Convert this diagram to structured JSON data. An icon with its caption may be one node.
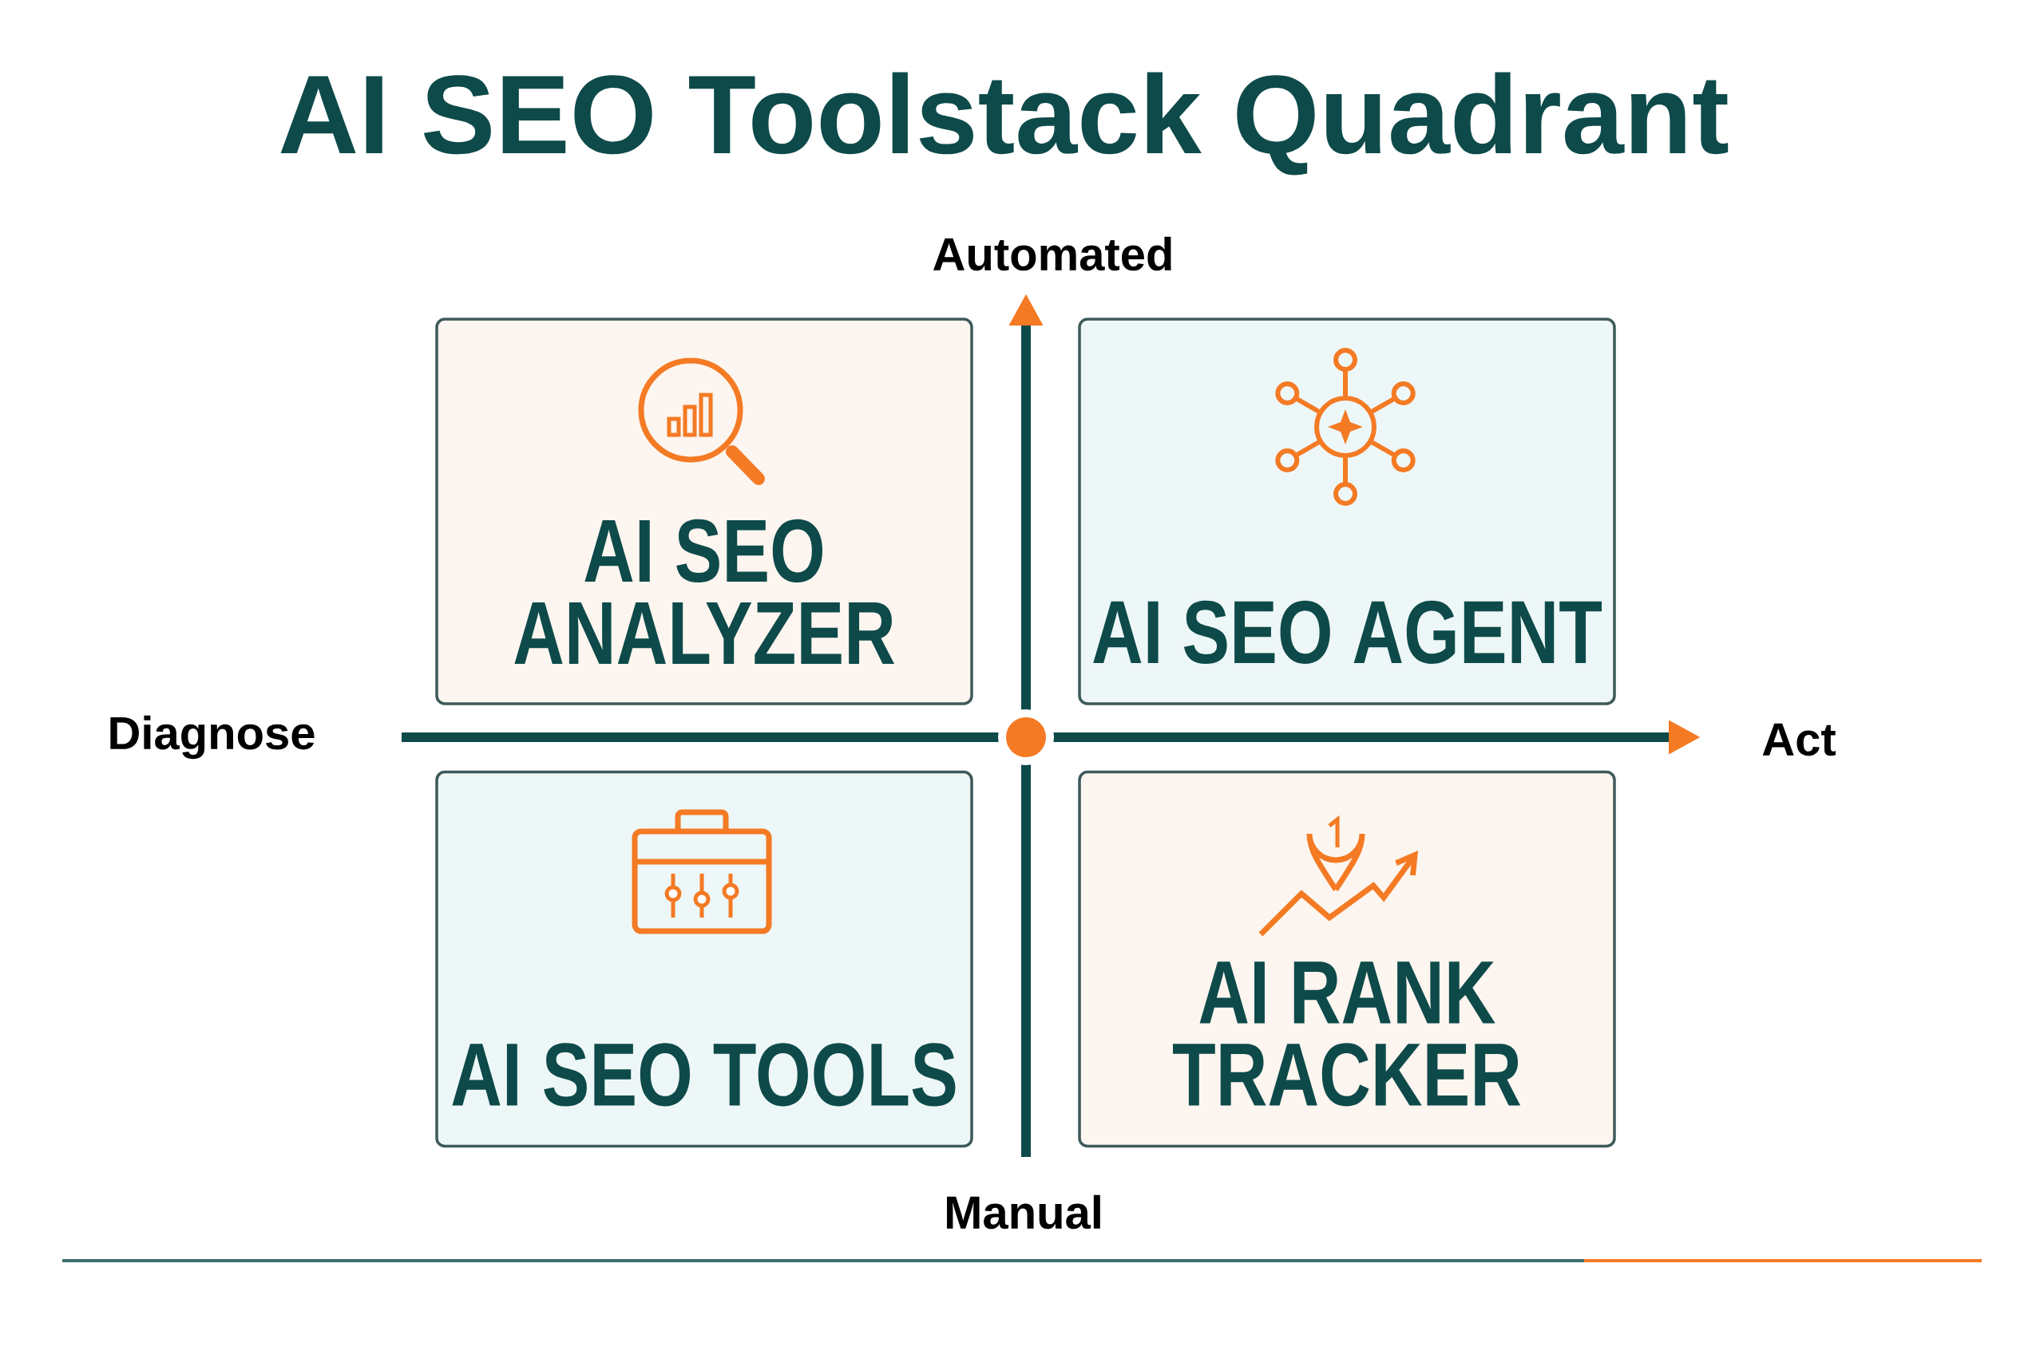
{
  "diagram": {
    "title": "AI SEO Toolstack Quadrant",
    "nodes": [
      {
        "text": [
          "AI SEO ANALYZER"
        ]
      },
      {
        "text": [
          "AI SEO AGENT"
        ]
      },
      {
        "text": [
          "AI SEO TOOLS"
        ]
      },
      {
        "text": [
          "AI RANK TRACKER"
        ]
      }
    ],
    "labels": [
      "Automated",
      "Diagnose",
      "Act",
      "Manual"
    ]
  }
}
